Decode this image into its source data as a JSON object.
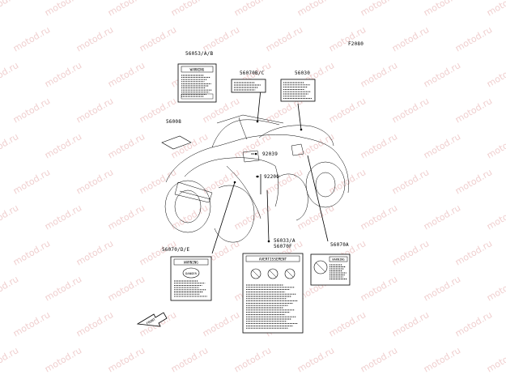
{
  "figure_code": "F2080",
  "watermark": "motod.ru",
  "parts": [
    {
      "id": "p-56053",
      "number": "56053/A/B"
    },
    {
      "id": "p-56070b",
      "number": "56070B/C"
    },
    {
      "id": "p-56030",
      "number": "56030"
    },
    {
      "id": "p-56008",
      "number": "56008"
    },
    {
      "id": "p-92039",
      "number": "92039"
    },
    {
      "id": "p-92200",
      "number": "92200"
    },
    {
      "id": "p-56070d",
      "number": "56070/D/E"
    },
    {
      "id": "p-56033",
      "number": "56033/A"
    },
    {
      "id": "p-56070f",
      "number": "56070F"
    },
    {
      "id": "p-56070a",
      "number": "56070A"
    }
  ],
  "labels": {
    "warning": "WARNING",
    "danger": "DANGER",
    "avertissement": "AVERTISSEMENT"
  },
  "front_arrow": "FRONT"
}
